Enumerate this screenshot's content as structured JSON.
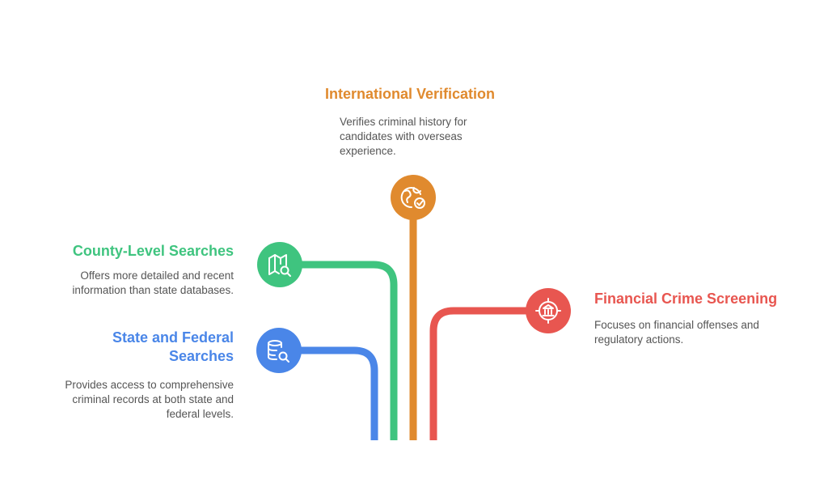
{
  "colors": {
    "blue": "#4a86e8",
    "green": "#3fc47f",
    "orange": "#e08a2e",
    "red": "#e85650",
    "desc_text": "#555555"
  },
  "items": [
    {
      "id": "state-federal",
      "title_lines": [
        "State and Federal",
        "Searches"
      ],
      "description_lines": [
        "Provides access to comprehensive",
        "criminal records at both state and",
        "federal levels."
      ],
      "icon": "database-search-icon",
      "color": "#4a86e8"
    },
    {
      "id": "county",
      "title": "County-Level Searches",
      "description_lines": [
        "Offers more detailed and recent",
        "information than state databases."
      ],
      "icon": "map-search-icon",
      "color": "#3fc47f"
    },
    {
      "id": "international",
      "title": "International Verification",
      "description_lines": [
        "Verifies criminal history for",
        "candidates with overseas",
        "experience."
      ],
      "icon": "globe-check-icon",
      "color": "#e08a2e"
    },
    {
      "id": "financial",
      "title": "Financial Crime Screening",
      "description_lines": [
        "Focuses on financial offenses and",
        "regulatory actions."
      ],
      "icon": "bank-target-icon",
      "color": "#e85650"
    }
  ]
}
